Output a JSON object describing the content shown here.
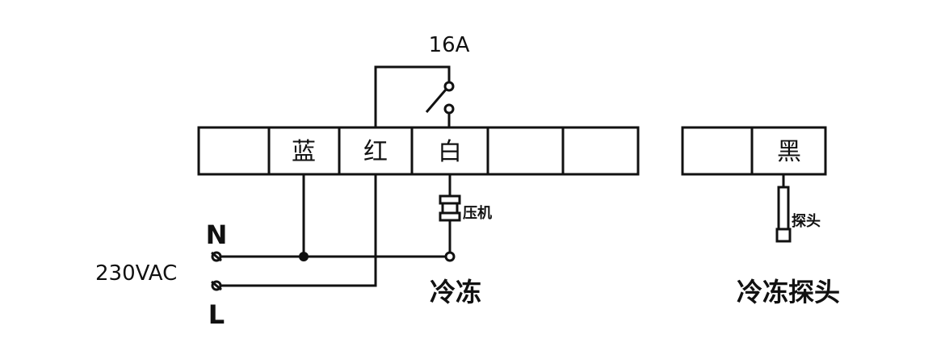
{
  "relay": {
    "rating": "16A"
  },
  "terminal_strip": {
    "cells": [
      "",
      "蓝",
      "红",
      "白",
      "",
      ""
    ]
  },
  "probe_strip": {
    "cells": [
      "",
      "黑"
    ]
  },
  "power": {
    "voltage": "230VAC",
    "n_label": "N",
    "l_label": "L"
  },
  "compressor": {
    "label": "压机"
  },
  "probe": {
    "label": "探头"
  },
  "captions": {
    "freezing": "冷冻",
    "freezing_probe": "冷冻探头"
  }
}
